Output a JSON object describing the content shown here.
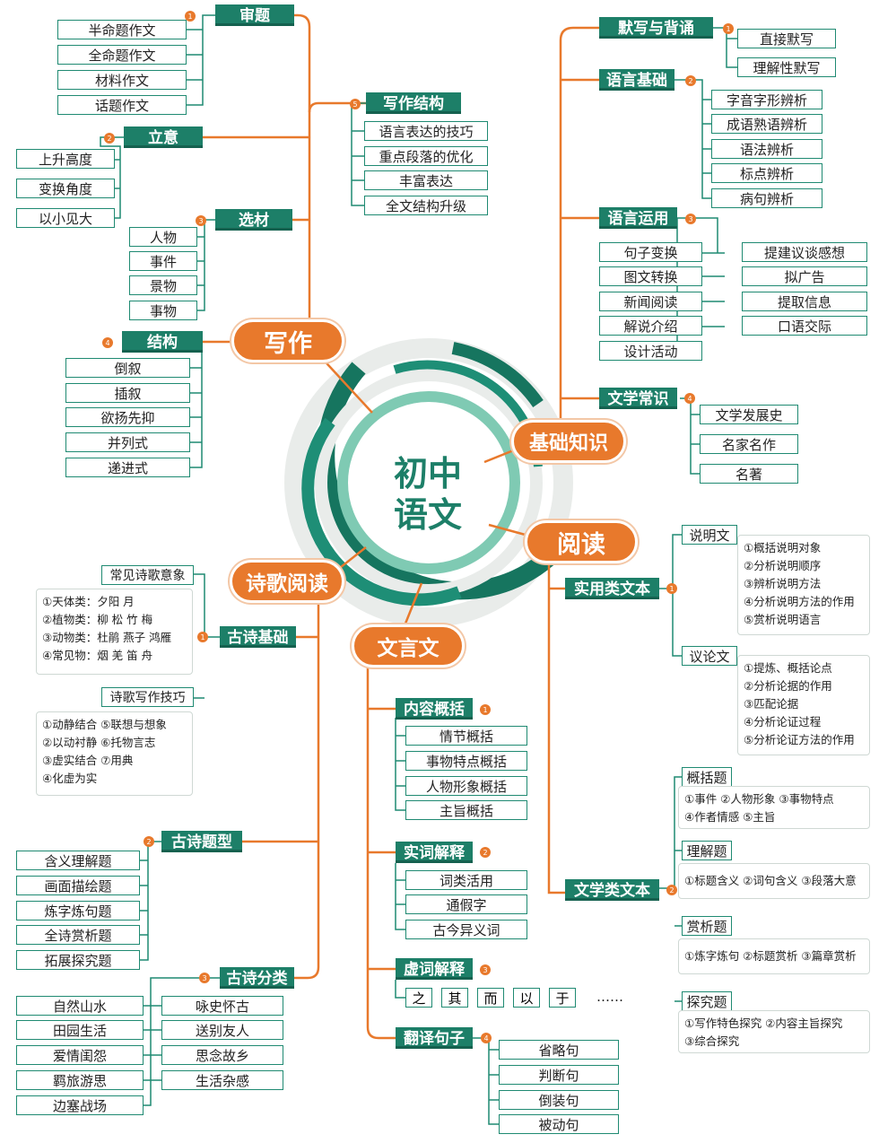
{
  "center": {
    "line1": "初中",
    "line2": "语文"
  },
  "branches": {
    "writing": "写作",
    "basics": "基础知识",
    "reading": "阅读",
    "poetry": "诗歌阅读",
    "classical": "文言文"
  },
  "writing": {
    "shenti": {
      "title": "审题",
      "num": "1",
      "items": [
        "半命题作文",
        "全命题作文",
        "材料作文",
        "话题作文"
      ]
    },
    "liyi": {
      "title": "立意",
      "num": "2",
      "items": [
        "上升高度",
        "变换角度",
        "以小见大"
      ]
    },
    "xuancai": {
      "title": "选材",
      "num": "3",
      "items": [
        "人物",
        "事件",
        "景物",
        "事物"
      ]
    },
    "jiegou": {
      "title": "结构",
      "num": "4",
      "items": [
        "倒叙",
        "插叙",
        "欲扬先抑",
        "并列式",
        "递进式"
      ]
    },
    "xiezuo": {
      "title": "写作结构",
      "num": "5",
      "items": [
        "语言表达的技巧",
        "重点段落的优化",
        "丰富表达",
        "全文结构升级"
      ]
    }
  },
  "basics": {
    "moxie": {
      "title": "默写与背诵",
      "num": "1",
      "items": [
        "直接默写",
        "理解性默写"
      ]
    },
    "yuyan": {
      "title": "语言基础",
      "num": "2",
      "items": [
        "字音字形辨析",
        "成语熟语辨析",
        "语法辨析",
        "标点辨析",
        "病句辨析"
      ]
    },
    "yunyong": {
      "title": "语言运用",
      "num": "3",
      "left": [
        "句子变换",
        "图文转换",
        "新闻阅读",
        "解说介绍",
        "设计活动"
      ],
      "right": [
        "提建议谈感想",
        "拟广告",
        "提取信息",
        "口语交际"
      ]
    },
    "wenxue": {
      "title": "文学常识",
      "num": "4",
      "items": [
        "文学发展史",
        "名家名作",
        "名著"
      ]
    }
  },
  "reading": {
    "shiyong": {
      "title": "实用类文本",
      "num": "1",
      "shuoming": {
        "title": "说明文",
        "items": [
          "①概括说明对象",
          "②分析说明顺序",
          "③辨析说明方法",
          "④分析说明方法的作用",
          "⑤赏析说明语言"
        ]
      },
      "yilun": {
        "title": "议论文",
        "items": [
          "①提炼、概括论点",
          "②分析论据的作用",
          "③匹配论据",
          "④分析论证过程",
          "⑤分析论证方法的作用"
        ]
      }
    },
    "wenxue": {
      "title": "文学类文本",
      "num": "2",
      "gaikuo": {
        "title": "概括题",
        "lines": [
          "①事件 ②人物形象 ③事物特点",
          "④作者情感 ⑤主旨"
        ]
      },
      "lijie": {
        "title": "理解题",
        "lines": [
          "①标题含义 ②词句含义 ③段落大意"
        ]
      },
      "shangxi": {
        "title": "赏析题",
        "lines": [
          "①炼字炼句 ②标题赏析 ③篇章赏析"
        ]
      },
      "tanjiu": {
        "title": "探究题",
        "lines": [
          "①写作特色探究 ②内容主旨探究",
          "③综合探究"
        ]
      }
    }
  },
  "poetry": {
    "jichu": {
      "title": "古诗基础",
      "num": "1"
    },
    "yixiang": {
      "title": "常见诗歌意象",
      "lines": [
        "①天体类：夕阳 月",
        "②植物类：柳 松 竹 梅",
        "③动物类：杜鹃 燕子 鸿雁",
        "④常见物：烟 羌 笛 舟"
      ]
    },
    "jiqiao": {
      "title": "诗歌写作技巧",
      "lines": [
        "①动静结合  ⑤联想与想象",
        "②以动衬静  ⑥托物言志",
        "③虚实结合  ⑦用典",
        "④化虚为实"
      ]
    },
    "tixing": {
      "title": "古诗题型",
      "num": "2",
      "items": [
        "含义理解题",
        "画面描绘题",
        "炼字炼句题",
        "全诗赏析题",
        "拓展探究题"
      ]
    },
    "fenlei": {
      "title": "古诗分类",
      "num": "3",
      "left": [
        "自然山水",
        "田园生活",
        "爱情闺怨",
        "羁旅游思",
        "边塞战场"
      ],
      "right": [
        "咏史怀古",
        "送别友人",
        "思念故乡",
        "生活杂感"
      ]
    }
  },
  "classical": {
    "neirong": {
      "title": "内容概括",
      "num": "1",
      "items": [
        "情节概括",
        "事物特点概括",
        "人物形象概括",
        "主旨概括"
      ]
    },
    "shici": {
      "title": "实词解释",
      "num": "2",
      "items": [
        "词类活用",
        "通假字",
        "古今异义词"
      ]
    },
    "xuci": {
      "title": "虚词解释",
      "num": "3",
      "chars": [
        "之",
        "其",
        "而",
        "以",
        "于"
      ],
      "ellipsis": "……"
    },
    "fanyi": {
      "title": "翻译句子",
      "num": "4",
      "items": [
        "省略句",
        "判断句",
        "倒装句",
        "被动句"
      ]
    }
  }
}
